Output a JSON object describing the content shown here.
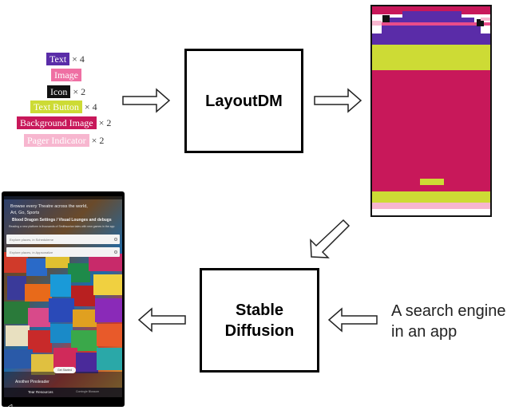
{
  "legend": [
    {
      "label": "Text",
      "multiplier": "× 4",
      "color": "#5a2ca8"
    },
    {
      "label": "Image",
      "multiplier": "",
      "color": "#ef6fa3"
    },
    {
      "label": "Icon",
      "multiplier": "× 2",
      "color": "#111111"
    },
    {
      "label": "Text Button",
      "multiplier": "× 4",
      "color": "#cddb35"
    },
    {
      "label": "Background Image",
      "multiplier": "× 2",
      "color": "#c8185a"
    },
    {
      "label": "Pager Indicator",
      "multiplier": "× 2",
      "color": "#f7b6cf"
    }
  ],
  "layoutdm_box": {
    "label": "LayoutDM"
  },
  "stable_diffusion_box": {
    "line1": "Stable",
    "line2": "Diffusion"
  },
  "prompt": {
    "line1": "A search engine",
    "line2": "in an app"
  },
  "generated_ui": {
    "header_line1": "Browse every Theatre across the world,",
    "header_line2": "Art, Go, Sports",
    "header_title": "Blood Dragon Settings / Visual Lounges and debugs",
    "header_desc": "Reading a new platform is thousands of Smithsonian tales with new games in the app",
    "search1": "Explore places, in Scheduleme",
    "search2": "Explore places, in Appsonalize",
    "pill_button": "Get Started",
    "bottom_label": "Another Pinoleader",
    "tab1": "Tear Resources",
    "tab2": "Comingle Blossom"
  }
}
